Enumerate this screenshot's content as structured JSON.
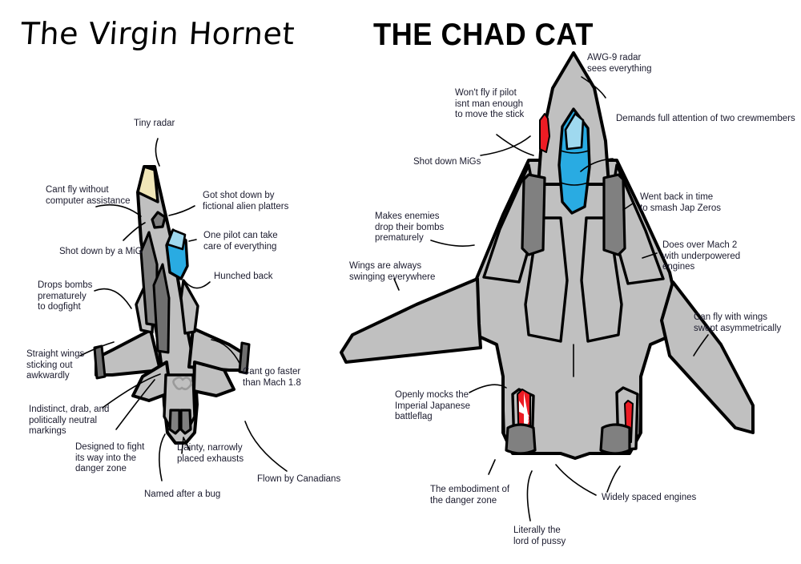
{
  "meme": {
    "background_color": "#ffffff",
    "label_color": "#1b1b2e",
    "body_gray": "#c0c0c0",
    "dark_gray": "#808080",
    "canopy_blue": "#29abe2",
    "canopy_highlight": "#9fd9ef",
    "radome_cream": "#f0e6b8",
    "flag_red": "#ed1c24",
    "ink": "#000000"
  },
  "left": {
    "title": "The Virgin Hornet",
    "aircraft_name": "hornet",
    "labels": [
      {
        "id": "tiny-radar",
        "text": "Tiny radar"
      },
      {
        "id": "computer-assist",
        "text": "Cant fly without\ncomputer assistance"
      },
      {
        "id": "alien-platters",
        "text": "Got shot down by\nfictional alien platters"
      },
      {
        "id": "one-pilot",
        "text": "One pilot can take\ncare of everything"
      },
      {
        "id": "shot-down-mig",
        "text": "Shot down by a MiG"
      },
      {
        "id": "hunched-back",
        "text": "Hunched back"
      },
      {
        "id": "drops-bombs",
        "text": "Drops bombs\nprematurely\nto dogfight"
      },
      {
        "id": "straight-wings",
        "text": "Straight wings\nsticking out\nawkwardly"
      },
      {
        "id": "mach-limit",
        "text": "Cant go faster\nthan Mach 1.8"
      },
      {
        "id": "drab-markings",
        "text": "Indistinct, drab, and\npolitically neutral\nmarkings"
      },
      {
        "id": "danger-zone",
        "text": "Designed to fight\nits way into the\ndanger zone"
      },
      {
        "id": "dainty-exhausts",
        "text": "Dainty, narrowly\nplaced exhausts"
      },
      {
        "id": "flown-canadians",
        "text": "Flown by Canadians"
      },
      {
        "id": "named-after-bug",
        "text": "Named after a bug"
      }
    ]
  },
  "right": {
    "title": "THE CHAD CAT",
    "aircraft_name": "tomcat",
    "labels": [
      {
        "id": "awg9-radar",
        "text": "AWG-9 radar\nsees everything"
      },
      {
        "id": "move-the-stick",
        "text": "Won't fly if pilot\nisnt man enough\nto move the stick"
      },
      {
        "id": "two-crewmembers",
        "text": "Demands full attention of two crewmembers"
      },
      {
        "id": "shot-down-migs",
        "text": "Shot down MiGs"
      },
      {
        "id": "smash-jap-zeros",
        "text": "Went back in time\nto smash Jap Zeros"
      },
      {
        "id": "over-mach-2",
        "text": "Does over Mach 2\nwith underpowered\nengines"
      },
      {
        "id": "enemies-drop-bombs",
        "text": "Makes enemies\ndrop their bombs\nprematurely"
      },
      {
        "id": "wings-swinging",
        "text": "Wings are always\nswinging everywhere"
      },
      {
        "id": "asymmetric-wings",
        "text": "Can fly with wings\nswept asymmetrically"
      },
      {
        "id": "mocks-battleflag",
        "text": "Openly mocks the\nImperial Japanese\nbattleflag"
      },
      {
        "id": "embodiment-danger",
        "text": "The embodiment of\nthe danger zone"
      },
      {
        "id": "widely-spaced",
        "text": "Widely spaced engines"
      },
      {
        "id": "lord-of-pussy",
        "text": "Literally the\nlord of pussy"
      }
    ]
  }
}
